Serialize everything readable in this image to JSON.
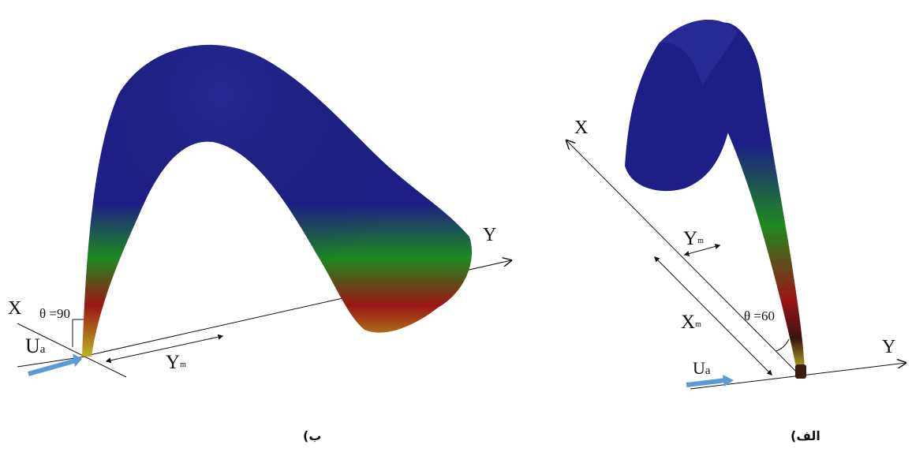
{
  "panels": {
    "right": {
      "caption": "الف)",
      "theta_label": "θ =60",
      "axis_x": "X",
      "axis_y": "Y",
      "xm": {
        "main": "X",
        "sub": "m"
      },
      "ym": {
        "main": "Y",
        "sub": "m"
      },
      "ua": {
        "main": "U",
        "sub": "a"
      }
    },
    "left": {
      "caption": "ب)",
      "theta_label": "θ =90",
      "axis_x": "X",
      "axis_y": "Y",
      "ym": {
        "main": "Y",
        "sub": "m"
      },
      "ua": {
        "main": "U",
        "sub": "a"
      }
    }
  },
  "colors": {
    "plume_blue": "#1d1f86",
    "plume_green": "#1f8a1f",
    "plume_red": "#9b1515",
    "plume_yellow": "#b8b020",
    "crossflow_arrow": "#5b9bd5",
    "axis_line": "#111111"
  }
}
